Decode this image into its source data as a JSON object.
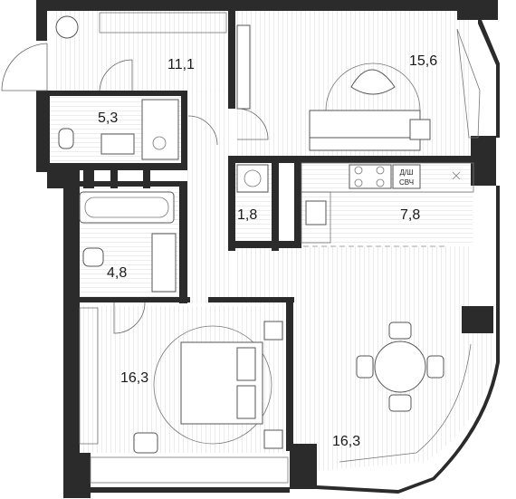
{
  "rooms": [
    {
      "id": "hall",
      "area": "11,1"
    },
    {
      "id": "living",
      "area": "15,6"
    },
    {
      "id": "bath-small",
      "area": "5,3"
    },
    {
      "id": "pantry",
      "area": "1,8"
    },
    {
      "id": "kitchen",
      "area": "7,8"
    },
    {
      "id": "bath-large",
      "area": "4,8"
    },
    {
      "id": "bedroom",
      "area": "16,3"
    },
    {
      "id": "dining",
      "area": "16,3"
    }
  ],
  "appliances": {
    "dishwasher": "Д/Ш",
    "microwave": "СВЧ"
  },
  "colors": {
    "wall": "#2b2b2b",
    "floor_line": "#e2e2e2",
    "furniture_stroke": "#555555"
  }
}
